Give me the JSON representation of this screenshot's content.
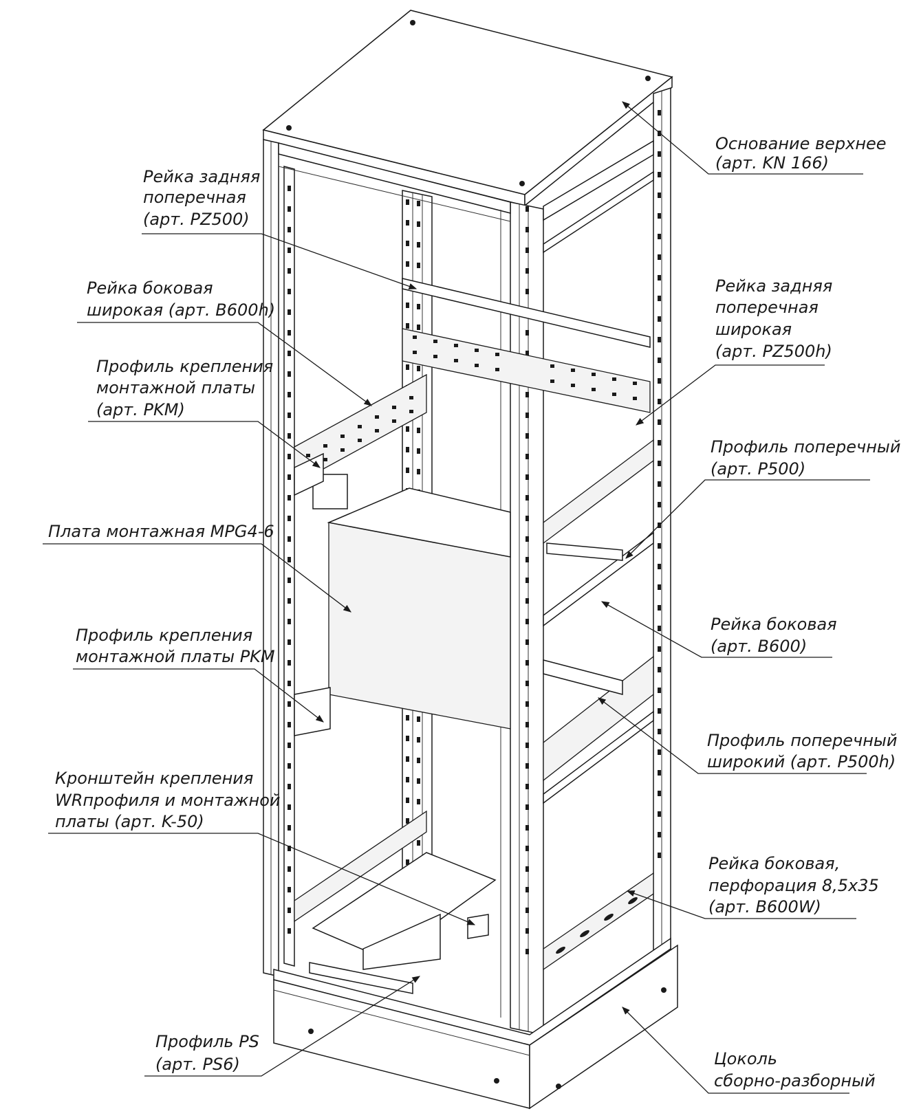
{
  "labels": {
    "top_base": [
      "Основание верхнее",
      "(арт. KN 166)"
    ],
    "rear_cross_rail": [
      "Рейка задняя",
      "поперечная",
      "(арт. PZ500)"
    ],
    "side_rail_wide": [
      "Рейка боковая",
      "широкая (арт. B600h)"
    ],
    "rear_cross_rail_wide": [
      "Рейка задняя",
      "поперечная",
      "широкая",
      "(арт. PZ500h)"
    ],
    "mount_profile_1": [
      "Профиль крепления",
      "монтажной платы",
      "(арт. PKM)"
    ],
    "cross_profile": [
      "Профиль поперечный",
      "(арт. P500)"
    ],
    "mounting_plate": [
      "Плата монтажная MPG4-6"
    ],
    "side_rail": [
      "Рейка боковая",
      "(арт. B600)"
    ],
    "mount_profile_2": [
      "Профиль крепления",
      "монтажной платы PKM"
    ],
    "cross_profile_wide": [
      "Профиль поперечный",
      "широкий (арт. P500h)"
    ],
    "bracket": [
      "Кронштейн крепления",
      "WRпрофиля и монтажной",
      "платы (арт. K-50)"
    ],
    "side_rail_perf": [
      "Рейка боковая,",
      "перфорация 8,5х35",
      "(арт. B600W)"
    ],
    "profile_ps": [
      "Профиль PS",
      "(арт. PS6)"
    ],
    "plinth": [
      "Цоколь",
      "сборно-разборный"
    ]
  }
}
